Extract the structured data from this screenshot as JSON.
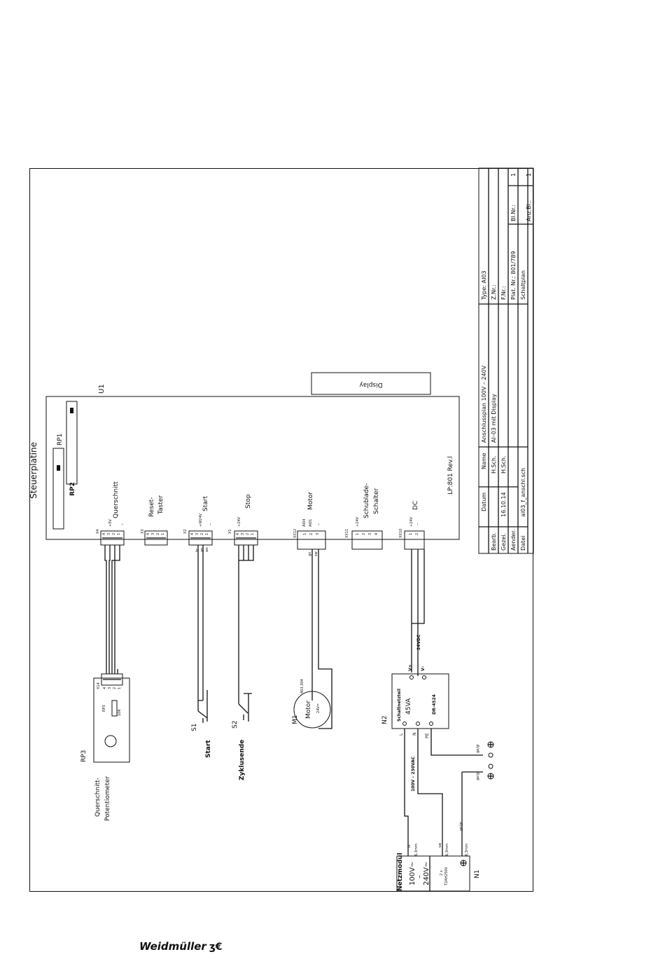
{
  "board": {
    "title": "Steuerplatine",
    "id": "U1",
    "revision": "LP:801  Rev.l",
    "display": "Display",
    "rp1": "RP1",
    "rp2": "RP2"
  },
  "connectors": [
    {
      "id": "X4",
      "pins": [
        "4",
        "3",
        "2",
        "1"
      ],
      "signal": "+5V",
      "minus": "–",
      "label1": "Querschnitt",
      "label2": ""
    },
    {
      "id": "X3",
      "pins": [
        "4",
        "3",
        "2",
        "1"
      ],
      "signal": "",
      "minus": "",
      "label1": "Reset-",
      "label2": "Taster"
    },
    {
      "id": "X2",
      "pins": [
        "4",
        "3",
        "2",
        "1"
      ],
      "signal": "+W24V",
      "minus": "–",
      "label1": "Start",
      "label2": ""
    },
    {
      "id": "X1",
      "pins": [
        "4",
        "3",
        "2",
        "1"
      ],
      "signal": "+24V",
      "minus": "",
      "label1": "Stop",
      "label2": ""
    },
    {
      "id": "XX12",
      "pins": [
        "1",
        "2",
        "3"
      ],
      "signal": "AI04",
      "signal2": "AI01",
      "minus": "–",
      "label1": "Motor",
      "label2": ""
    },
    {
      "id": "XX11",
      "pins": [
        "1",
        "2",
        "3",
        "4"
      ],
      "signal": "+24V",
      "minus": "",
      "label1": "Schublade-",
      "label2": "Schalter"
    },
    {
      "id": "XX10",
      "pins": [
        "1",
        "2"
      ],
      "signal": "+24V",
      "minus": "–",
      "label1": "DC",
      "label2": ""
    }
  ],
  "wire_colors": {
    "x2_bn": "br",
    "x2_gn": "gn",
    "x2_ws": "ws",
    "motor_gn": "gn",
    "motor_sw": "sw"
  },
  "rp3": {
    "id": "RP3",
    "connector": "X14",
    "pins": [
      "4",
      "3",
      "2",
      "1"
    ],
    "inner": "RP3",
    "value": "10K",
    "label1": "Querschnitt-",
    "label2": "Potentiometer"
  },
  "switches": [
    {
      "id": "S1",
      "label": "Start"
    },
    {
      "id": "S2",
      "label": "Zyklusende"
    }
  ],
  "motor": {
    "id": "M1",
    "text": "Motor",
    "voltage": "24V=",
    "part": "403.304"
  },
  "psu": {
    "id": "N2",
    "line1": "Schaltnetzteil",
    "line2": "45VA",
    "model": "DR-4524",
    "vplus": "V+",
    "vminus": "V–",
    "dc": "24VDC",
    "l": "L",
    "n": "N",
    "pe": "PE",
    "ac": "100V – 230VAC"
  },
  "ground": {
    "gegr1": "ge/gr",
    "gegr2": "ge/gr",
    "gegr3": "ge/gr"
  },
  "mains": {
    "id": "N1",
    "title": "Netzmodul",
    "v1": "100V~",
    "dash": "–",
    "v2": "240V~",
    "fuse1": "2 x",
    "fuse2": "T2AH250V",
    "bl": "bl",
    "sw": "sw",
    "mm1": "6,3mm",
    "mm2": "6,3mm",
    "mm3": "6,3mm"
  },
  "titleblock": {
    "h_datum": "Datum",
    "h_name": "Name",
    "r1_label": "Bearb.",
    "r1_name": "H.Sch.",
    "r2_label": "Gezei.",
    "r2_date": "16.10.14",
    "r2_name": "H.Sch.",
    "r3_label": "Aender.",
    "r4_label": "Datei",
    "r4_value": "ai03_f_anschl.sch",
    "desc1": "Anschlussplan  100V  –  240V",
    "desc2": "AI–03  mit  Display",
    "type": "Type:      AI03",
    "znr": "Z.Nr.:",
    "fnr": "F.Nr.:",
    "platnr": "Plat.  Nr.:  801/789",
    "schaltplan": "Schaltplan",
    "blnr": "Bl.Nr.:",
    "blnr_v": "1",
    "anzbl": "Anz.Bl.:",
    "anzbl_v": "1"
  },
  "brand": {
    "name": "Weidmüller",
    "logo": "ʒ€"
  }
}
